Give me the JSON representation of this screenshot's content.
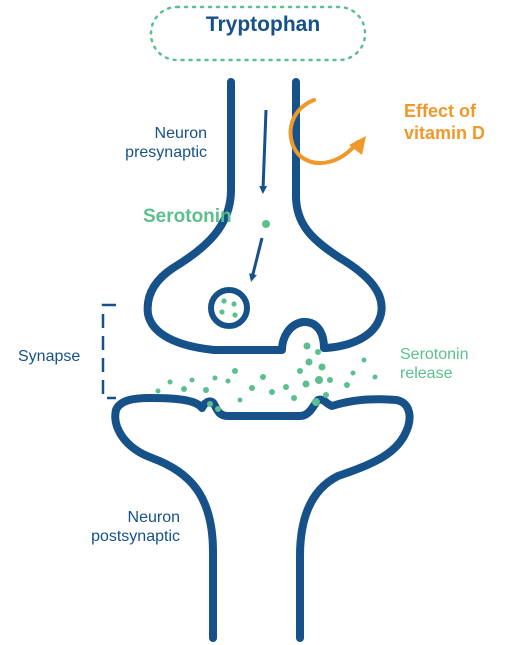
{
  "title": "Tryptophan",
  "labels": {
    "presynaptic_line1": "Neuron",
    "presynaptic_line2": "presynaptic",
    "serotonin": "Serotonin",
    "vitamin_line1": "Effect of",
    "vitamin_line2": "vitamin D",
    "synapse": "Synapse",
    "release_line1": "Serotonin",
    "release_line2": "release",
    "postsynaptic_line1": "Neuron",
    "postsynaptic_line2": "postsynaptic"
  },
  "colors": {
    "neuron": "#16518a",
    "serotonin": "#5bbf8e",
    "vitamin": "#f0992a"
  }
}
